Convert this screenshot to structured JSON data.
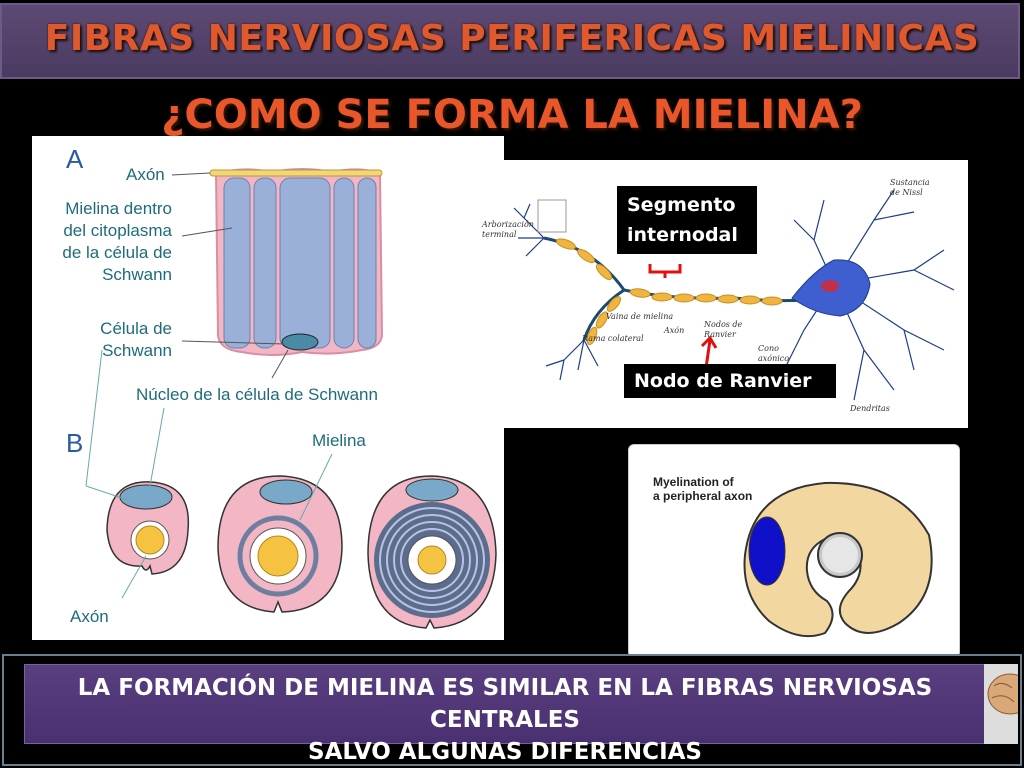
{
  "header": {
    "title": "FIBRAS NERVIOSAS PERIFERICAS MIELINICAS",
    "subtitle": "¿COMO SE FORMA LA MIELINA?"
  },
  "left_diagram": {
    "letter_a": "A",
    "letter_b": "B",
    "axon_top": "Axón",
    "myelin_inside_1": "Mielina dentro",
    "myelin_inside_2": "del citoplasma",
    "myelin_inside_3": "de la célula de",
    "myelin_inside_4": "Schwann",
    "schwann_cell_1": "Célula de",
    "schwann_cell_2": "Schwann",
    "schwann_nucleus": "Núcleo de la célula de Schwann",
    "myelin": "Mielina",
    "axon_bottom": "Axón"
  },
  "neuron_diagram": {
    "internodal_1": "Segmento",
    "internodal_2": "internodal",
    "ranvier": "Nodo de Ranvier",
    "small": {
      "arborizacion_1": "Arborización",
      "arborizacion_2": "terminal",
      "sustancia_1": "Sustancia",
      "sustancia_2": "de Nissl",
      "vaina": "Vaina de mielina",
      "axon": "Axón",
      "nodos_1": "Nodos de",
      "nodos_2": "Ranvier",
      "rama": "Rama colateral",
      "cono_1": "Cono",
      "cono_2": "axónico",
      "dendritas": "Dendritas"
    }
  },
  "myelination_diagram": {
    "title_1": "Myelination of",
    "title_2": "a peripheral axon"
  },
  "footer": {
    "line_1": "LA FORMACIÓN DE MIELINA ES SIMILAR EN LA FIBRAS NERVIOSAS CENTRALES",
    "line_2": "SALVO ALGUNAS DIFERENCIAS"
  },
  "colors": {
    "title": "#e0582d",
    "bar": "#4a3a60",
    "footer_bar": "#5a3f80",
    "label_teal": "#1e6c7a",
    "schwann_pink": "#f2b6c4",
    "myelin_blue": "#9bb0d8",
    "axon_yellow": "#f5c242"
  }
}
